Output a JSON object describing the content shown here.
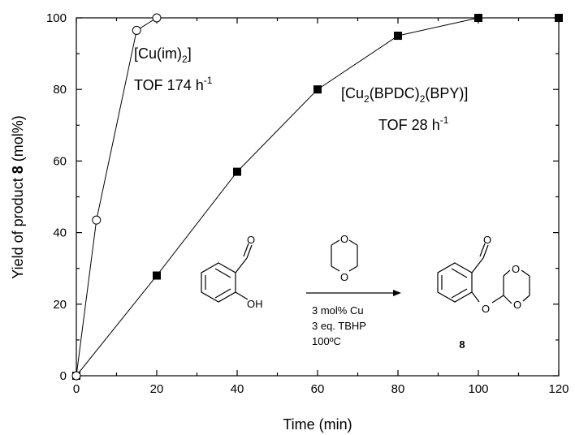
{
  "chart_data": {
    "type": "line",
    "title": "",
    "xlabel": "Time (min)",
    "ylabel": {
      "prefix": "Yield of product ",
      "bold": "8",
      "suffix": " (mol%)"
    },
    "xlim": [
      0,
      120
    ],
    "ylim": [
      0,
      100
    ],
    "xticks": [
      0,
      20,
      40,
      60,
      80,
      100,
      120
    ],
    "yticks": [
      0,
      20,
      40,
      60,
      80,
      100
    ],
    "grid": false,
    "series": [
      {
        "marker": "open-circle",
        "x": [
          0,
          5,
          15,
          20
        ],
        "y": [
          0,
          43.5,
          96.5,
          100
        ]
      },
      {
        "marker": "filled-square",
        "x": [
          0,
          20,
          40,
          60,
          80,
          100,
          120
        ],
        "y": [
          0,
          28,
          57,
          80,
          95,
          100,
          100
        ]
      }
    ],
    "annotations": {
      "cu_im": {
        "lbr": "[Cu(im)",
        "sub": "2",
        "rbr": "]",
        "tof": "TOF 174 h",
        "sup": "-1"
      },
      "cu_bpdc": {
        "p1": "[Cu",
        "s1": "2",
        "p2": "(BPDC)",
        "s2": "2",
        "p3": "(BPY)]",
        "tof": "TOF 28 h",
        "sup": "-1"
      }
    },
    "scheme": {
      "oh_label": "OH",
      "o_label": "O",
      "condition_1": "3 mol% Cu",
      "condition_2": "3 eq. TBHP",
      "condition_3": "100ºC",
      "product_label": "8"
    }
  }
}
